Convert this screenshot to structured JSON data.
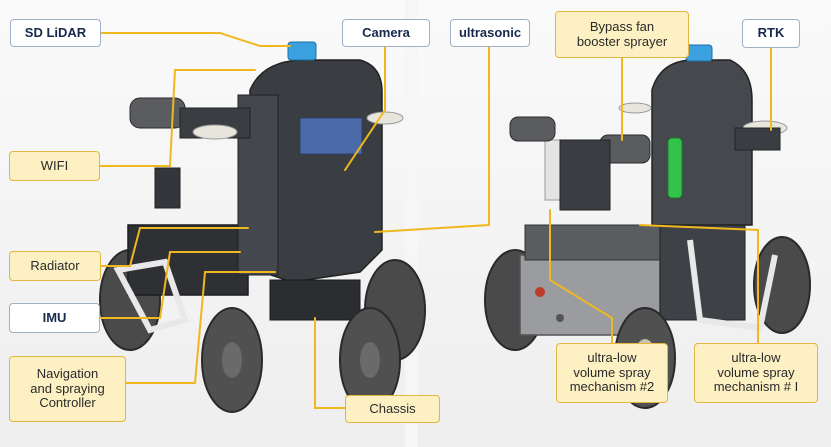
{
  "labels": {
    "sd_lidar": "SD LiDAR",
    "camera": "Camera",
    "ultrasonic": "ultrasonic",
    "bypass_fan": "Bypass fan\nbooster sprayer",
    "rtk": "RTK",
    "wifi": "WIFI",
    "radiator": "Radiator",
    "imu": "IMU",
    "nav_controller": "Navigation\nand spraying\nController",
    "chassis": "Chassis",
    "spray2": "ultra-low\nvolume spray\nmechanism #2",
    "spray1": "ultra-low\nvolume spray\nmechanism # I"
  },
  "colors": {
    "leader_line": "#f0b820",
    "gold_fill": "#fdf1c4",
    "gold_border": "#e2b640",
    "robot_body": "#3a3d42",
    "lidar": "#3aa0e0",
    "camera_screen": "#4a6aa8",
    "green_tank": "#33c24a"
  }
}
